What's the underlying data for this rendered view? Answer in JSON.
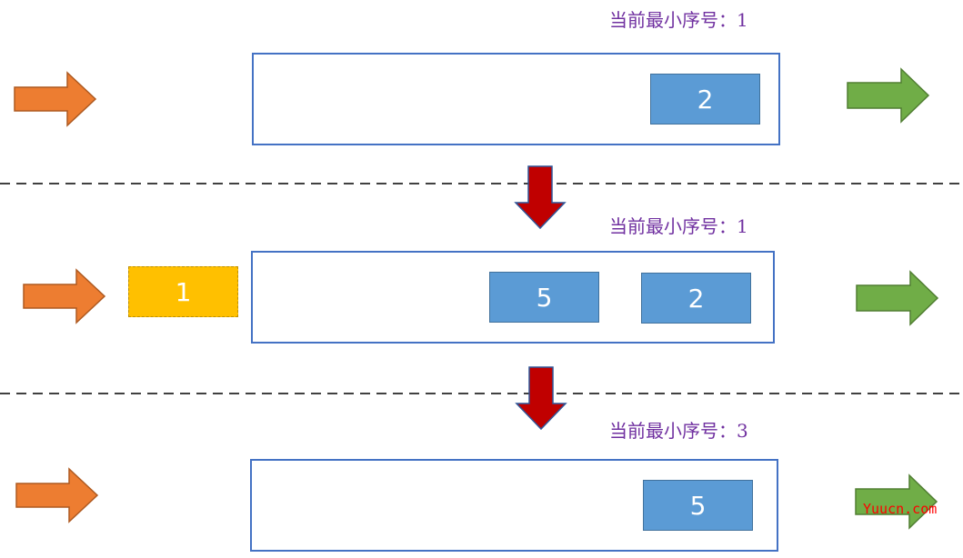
{
  "colors": {
    "input_arrow": "#ed7d31",
    "input_arrow_stroke": "#ae5a21",
    "output_arrow": "#70ad47",
    "output_arrow_stroke": "#507e32",
    "transition_arrow": "#c00000",
    "transition_arrow_stroke": "#2f5597",
    "buffer_border": "#4472c4",
    "packet_fill": "#5b9bd5",
    "incoming_fill": "#ffc000",
    "label_text": "#7030a0",
    "divider": "#000000",
    "watermark": "#ff0000"
  },
  "stages": [
    {
      "min_seq_label": "当前最小序号：1",
      "incoming_packet": null,
      "buffer_packets": [
        "2"
      ]
    },
    {
      "min_seq_label": "当前最小序号：1",
      "incoming_packet": "1",
      "buffer_packets": [
        "5",
        "2"
      ]
    },
    {
      "min_seq_label": "当前最小序号：3",
      "incoming_packet": null,
      "buffer_packets": [
        "5"
      ]
    }
  ],
  "watermark": "Yuucn.com"
}
